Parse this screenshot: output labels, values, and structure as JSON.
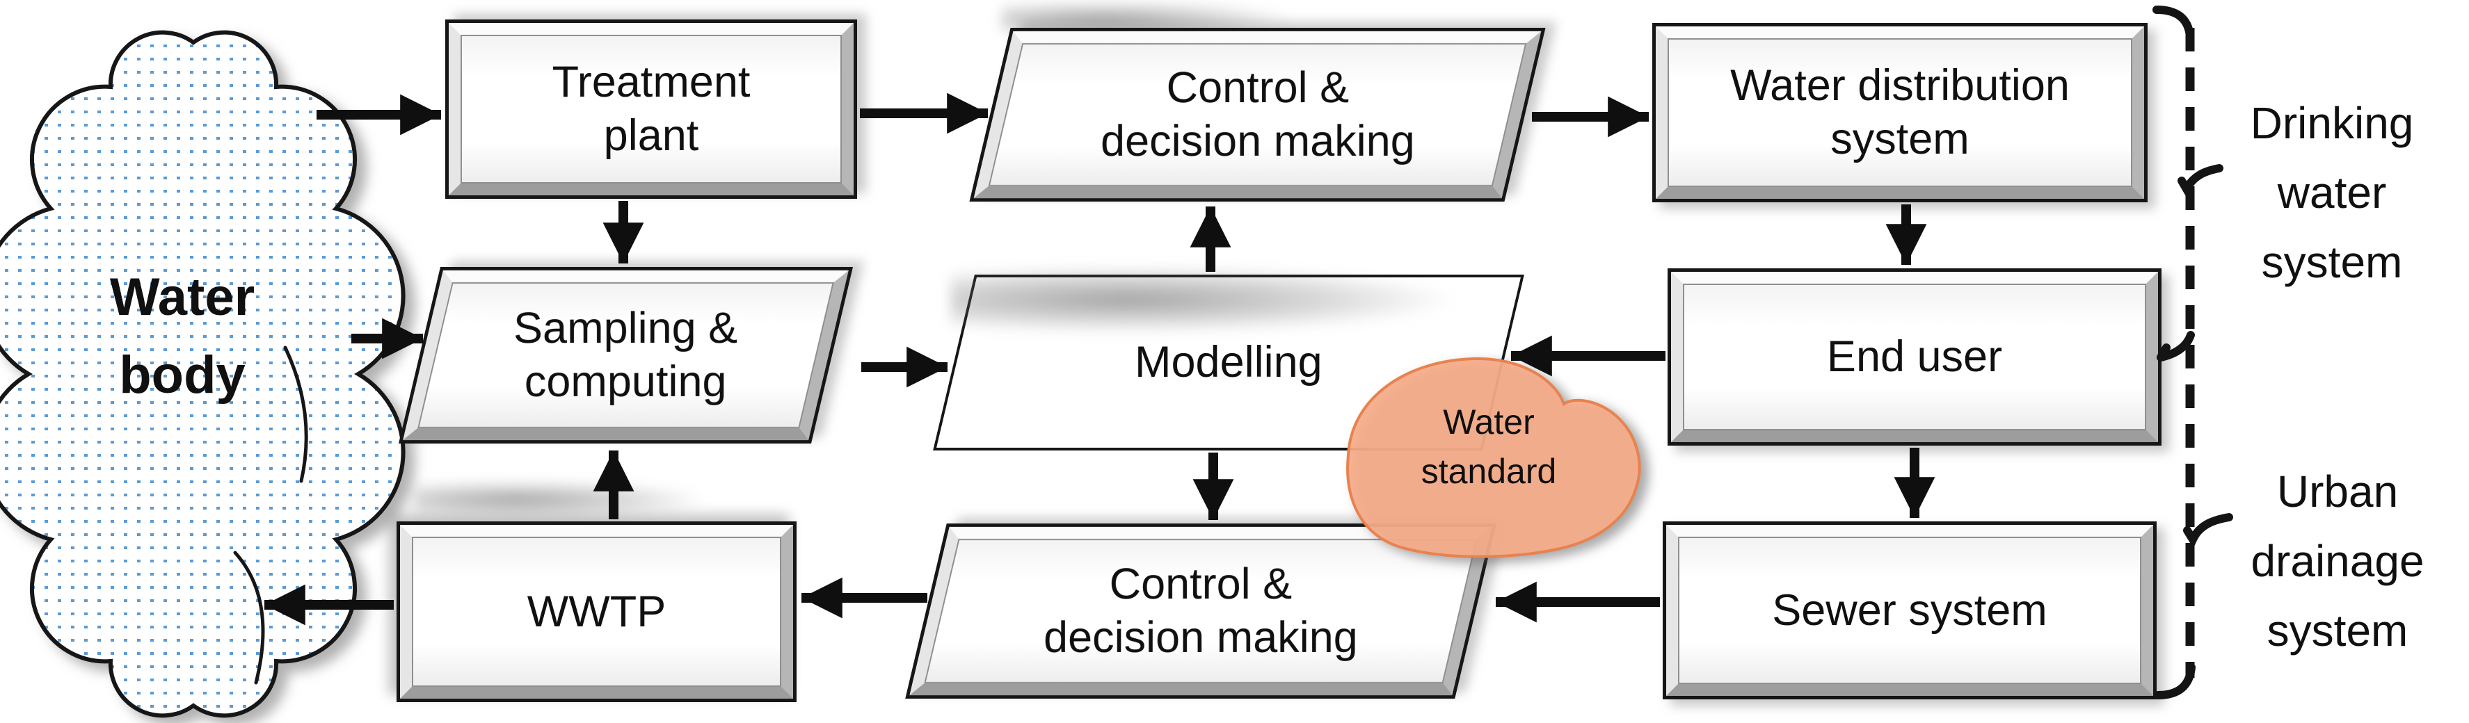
{
  "nodes": {
    "water_body": {
      "label": "Water\nbody"
    },
    "treatment_plant": {
      "label": "Treatment\nplant"
    },
    "control_decision_top": {
      "label": "Control &\ndecision making"
    },
    "water_distribution": {
      "label": "Water distribution\nsystem"
    },
    "sampling_computing": {
      "label": "Sampling &\ncomputing"
    },
    "modelling": {
      "label": "Modelling"
    },
    "end_user": {
      "label": "End user"
    },
    "water_standard": {
      "label": "Water\nstandard"
    },
    "wwtp": {
      "label": "WWTP"
    },
    "control_decision_bottom": {
      "label": "Control &\ndecision making"
    },
    "sewer_system": {
      "label": "Sewer system"
    }
  },
  "group_labels": {
    "drinking_water": {
      "label": "Drinking\nwater\nsystem"
    },
    "urban_drainage": {
      "label": "Urban\ndrainage\nsystem"
    }
  },
  "colors": {
    "ink": "#101010",
    "blob_fill": "#F6AC89",
    "blob_stroke": "#E8824F",
    "dot_blue": "#5B9BD5"
  },
  "edges": [
    {
      "from": "water_body",
      "to": "treatment_plant"
    },
    {
      "from": "treatment_plant",
      "to": "control_decision_top"
    },
    {
      "from": "control_decision_top",
      "to": "water_distribution"
    },
    {
      "from": "treatment_plant",
      "to": "sampling_computing"
    },
    {
      "from": "water_body",
      "to": "sampling_computing"
    },
    {
      "from": "sampling_computing",
      "to": "modelling"
    },
    {
      "from": "modelling",
      "to": "control_decision_top"
    },
    {
      "from": "water_distribution",
      "to": "end_user"
    },
    {
      "from": "end_user",
      "to": "modelling"
    },
    {
      "from": "end_user",
      "to": "sewer_system"
    },
    {
      "from": "modelling",
      "to": "control_decision_bottom"
    },
    {
      "from": "sewer_system",
      "to": "control_decision_bottom"
    },
    {
      "from": "control_decision_bottom",
      "to": "wwtp"
    },
    {
      "from": "wwtp",
      "to": "sampling_computing"
    },
    {
      "from": "wwtp",
      "to": "water_body"
    }
  ]
}
